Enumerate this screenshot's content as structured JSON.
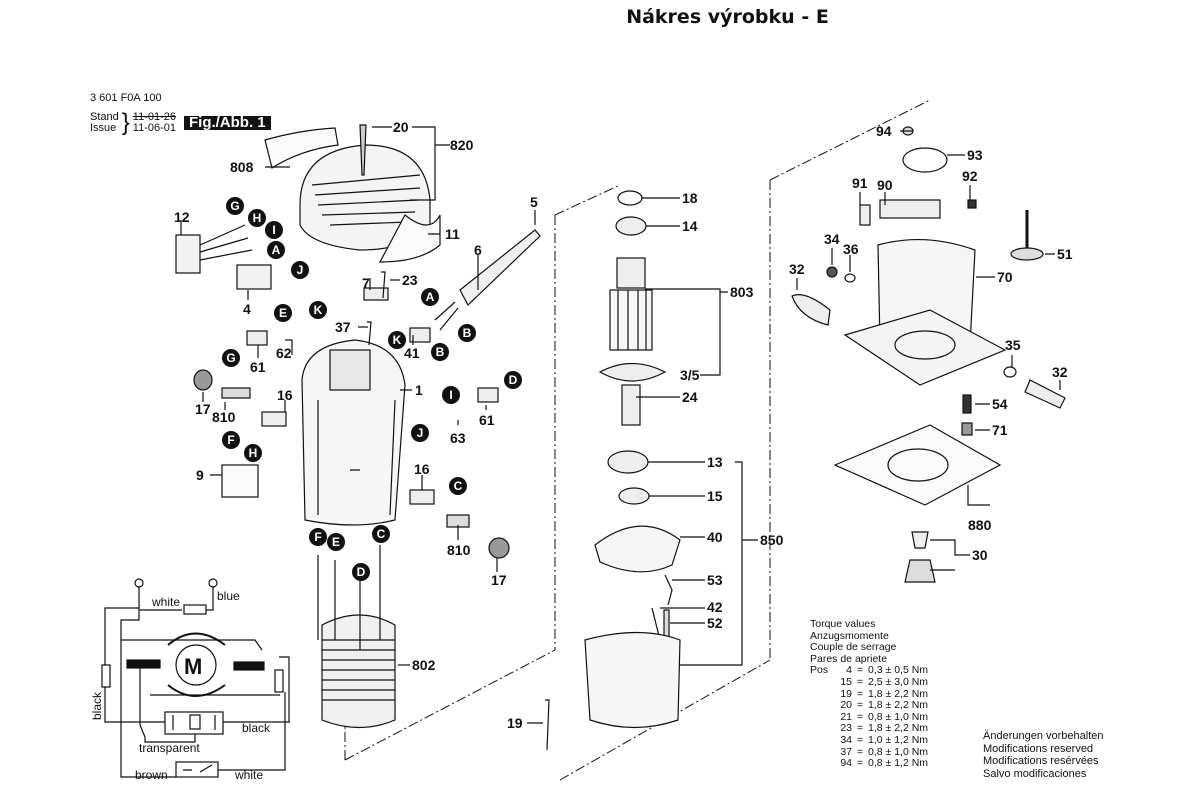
{
  "page_title": "Nákres výrobku - E",
  "header": {
    "product_code": "3 601 F0A 100",
    "stand_label": "Stand",
    "issue_label": "Issue",
    "stand_value_struck": "11-01-26",
    "issue_value": "11-06-01",
    "figure_badge": "Fig./Abb. 1"
  },
  "parts": {
    "p20": "20",
    "p820": "820",
    "p808": "808",
    "p11": "11",
    "p12": "12",
    "p4": "4",
    "p5": "5",
    "p6": "6",
    "p7": "7",
    "p23": "23",
    "p37": "37",
    "p41": "41",
    "p62": "62",
    "p61a": "61",
    "p61b": "61",
    "p1": "1",
    "p16a": "16",
    "p16b": "16",
    "p17a": "17",
    "p17b": "17",
    "p810a": "810",
    "p810b": "810",
    "p9": "9",
    "p63": "63",
    "p802": "802",
    "p18": "18",
    "p14": "14",
    "p803": "803",
    "p35s": "3/5",
    "p24": "24",
    "p13": "13",
    "p15": "15",
    "p40": "40",
    "p850": "850",
    "p53": "53",
    "p42": "42",
    "p52": "52",
    "p19": "19",
    "p94": "94",
    "p93": "93",
    "p91": "91",
    "p90": "90",
    "p92": "92",
    "p34": "34",
    "p36": "36",
    "p51": "51",
    "p32a": "32",
    "p70": "70",
    "p35": "35",
    "p32b": "32",
    "p54": "54",
    "p71": "71",
    "p880": "880",
    "p30": "30"
  },
  "connectors": {
    "G1": "G",
    "H1": "H",
    "I1": "I",
    "A1": "A",
    "J1": "J",
    "E1": "E",
    "K1": "K",
    "G2": "G",
    "A2": "A",
    "B1": "B",
    "K2": "K",
    "B2": "B",
    "I2": "I",
    "D1": "D",
    "J2": "J",
    "F1": "F",
    "H2": "H",
    "C1": "C",
    "F2": "F",
    "E2": "E",
    "C2": "C",
    "D2": "D"
  },
  "wiring_diagram": {
    "motor_label": "M",
    "wires": {
      "white_top": "white",
      "blue": "blue",
      "black_left": "black",
      "black_right": "black",
      "transparent": "transparent",
      "brown": "brown",
      "white_bottom": "white"
    }
  },
  "torque_values": {
    "headings": [
      "Torque values",
      "Anzugsmomente",
      "Couple de serrage",
      "Pares de apriete"
    ],
    "pos_label": "Pos",
    "rows": [
      {
        "pos": "4",
        "value": "0,3 ± 0,5 Nm"
      },
      {
        "pos": "15",
        "value": "2,5 ± 3,0 Nm"
      },
      {
        "pos": "19",
        "value": "1,8 ± 2,2 Nm"
      },
      {
        "pos": "20",
        "value": "1,8 ± 2,2 Nm"
      },
      {
        "pos": "21",
        "value": "0,8 ± 1,0 Nm"
      },
      {
        "pos": "23",
        "value": "1,8 ± 2,2 Nm"
      },
      {
        "pos": "34",
        "value": "1,0 ± 1,2 Nm"
      },
      {
        "pos": "37",
        "value": "0,8 ± 1,0 Nm"
      },
      {
        "pos": "94",
        "value": "0,8 ± 1,2 Nm"
      }
    ]
  },
  "notice": [
    "Änderungen vorbehalten",
    "Modifications reserved",
    "Modifications resérvées",
    "Salvo modificaciones"
  ]
}
